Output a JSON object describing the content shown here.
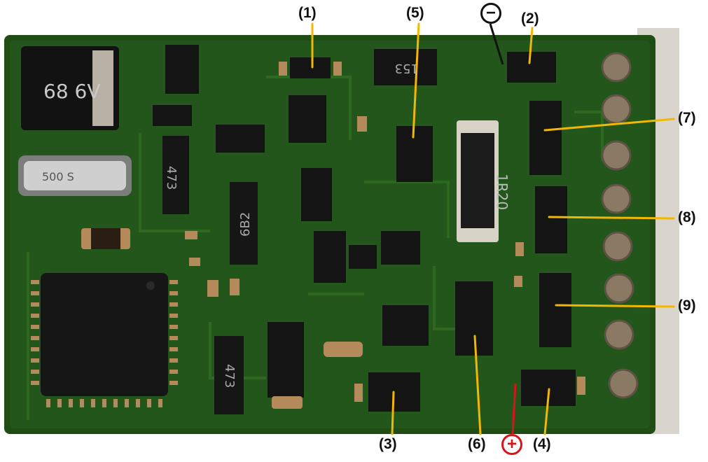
{
  "photo": {
    "subject": "pcb-decoder-board",
    "colors": {
      "board": "#1f4d14",
      "board_dark": "#15380d",
      "chip": "#141414",
      "pad": "#b58a5a",
      "solder": "#8a7a64",
      "leader_yellow": "#f2b705",
      "leader_red": "#d8141b",
      "leader_black": "#111111"
    },
    "chip_markings": {
      "capacitor": "68 6V",
      "crystal": "500 S",
      "resistor_array_top": "473",
      "resistor_array_mid": "6B2",
      "resistor_array_bottom": "473",
      "top_chip": "153",
      "big_resistor": "1R20"
    }
  },
  "labels": {
    "l1": "(1)",
    "l2": "(2)",
    "l3": "(3)",
    "l4": "(4)",
    "l5": "(5)",
    "l6": "(6)",
    "l7": "(7)",
    "l8": "(8)",
    "l9": "(9)"
  },
  "polarity": {
    "minus": "−",
    "plus": "+",
    "minus_color": "#111111",
    "plus_color": "#d8141b"
  }
}
